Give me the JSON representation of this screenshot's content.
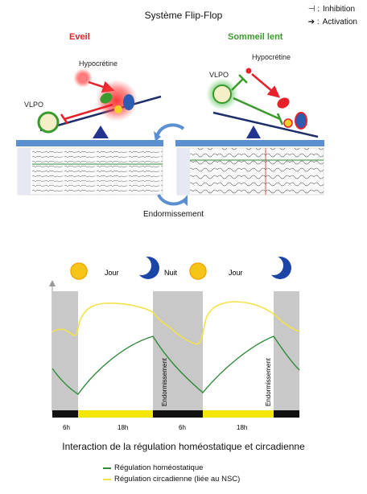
{
  "title": "Système Flip-Flop",
  "legend": {
    "inhibition": "Inhibition",
    "activation": "Activation",
    "inhibition_symbol": "⊣ :",
    "activation_symbol": "➔ :"
  },
  "states": {
    "left": "Eveil",
    "right": "Sommeil lent"
  },
  "labels": {
    "hypocretine": "Hypocrétine",
    "vlpo": "VLPO",
    "endormissement_transition": "Endormissement"
  },
  "timeline": {
    "periods": [
      "Jour",
      "Nuit",
      "Jour"
    ],
    "durations": [
      "6h",
      "18h",
      "6h",
      "18h"
    ],
    "sleep_onset_label": "Endormissement"
  },
  "caption": "Interaction de la régulation homéostatique et circadienne",
  "bottom_legend": {
    "homeostatic": "Régulation homéostatique",
    "circadian": "Régulation circadienne (liée au NSC)"
  },
  "colors": {
    "wake": "#e8202a",
    "sleep": "#3a9a2c",
    "homeostatic_curve": "#2f8b3a",
    "circadian_curve": "#f2e24a",
    "night_band": "#c8c8c8",
    "eeg_bar": "#5b8fd0",
    "fulcrum": "#23338f"
  }
}
